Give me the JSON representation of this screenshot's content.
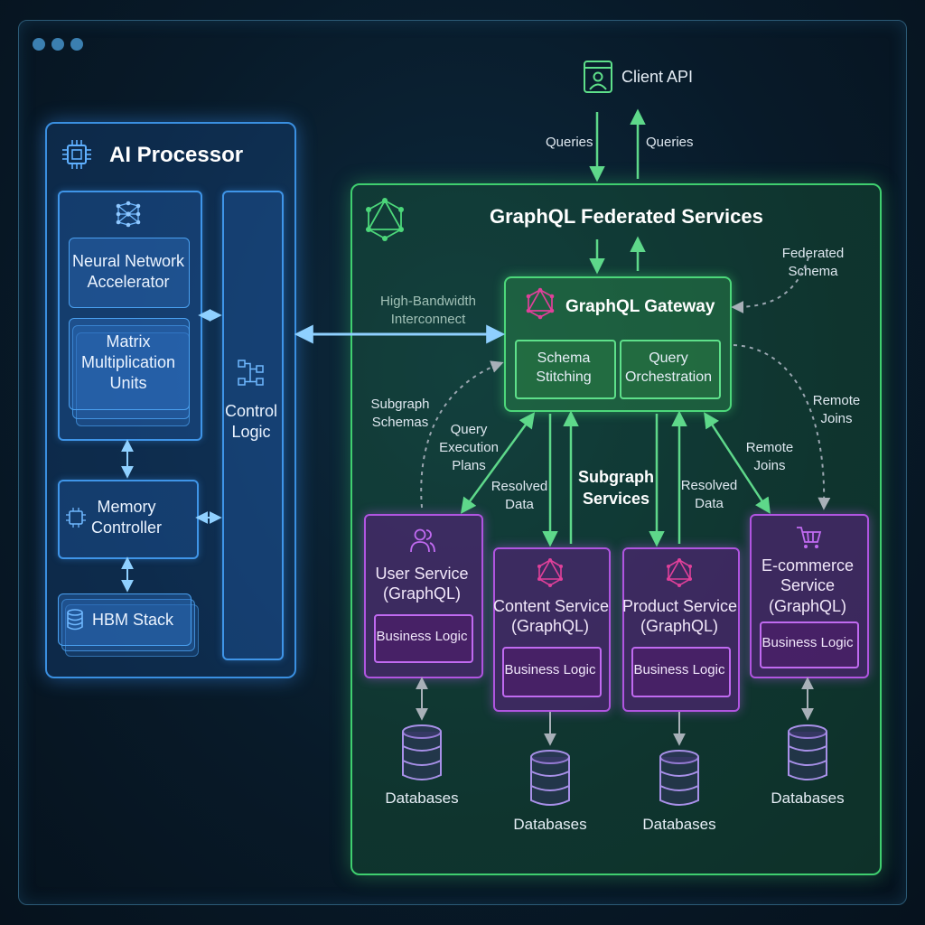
{
  "client_api": "Client API",
  "queries_down": "Queries",
  "queries_up": "Queries",
  "ai": {
    "title": "AI Processor",
    "neural": "Neural Network Accelerator",
    "matrix": "Matrix Multiplication Units",
    "memory": "Memory Controller",
    "hbm": "HBM Stack",
    "control": "Control Logic"
  },
  "interconnect": "High-Bandwidth Interconnect",
  "gql": {
    "title": "GraphQL Federated Services",
    "gateway": "GraphQL Gateway",
    "schema_stitching": "Schema Stitching",
    "query_orchestration": "Query Orchestration",
    "federated_schema": "Federated Schema",
    "subgraph_schemas": "Subgraph Schemas",
    "query_execution_plans": "Query Execution Plans",
    "resolved_data_left": "Resolved Data",
    "resolved_data_right": "Resolved Data",
    "subgraph_services": "Subgraph Services",
    "remote_joins_outer": "Remote Joins",
    "remote_joins_inner": "Remote Joins"
  },
  "services": [
    {
      "name": "User Service",
      "sub": "(GraphQL)",
      "logic": "Business Logic",
      "db": "Databases"
    },
    {
      "name": "Content Service",
      "sub": "(GraphQL)",
      "logic": "Business Logic",
      "db": "Databases"
    },
    {
      "name": "Product Service",
      "sub": "(GraphQL)",
      "logic": "Business Logic",
      "db": "Databases"
    },
    {
      "name": "E-commerce Service",
      "sub": "(GraphQL)",
      "logic": "Business Logic",
      "db": "Databases"
    }
  ],
  "colors": {
    "blue": "#3a8fe0",
    "green": "#3fcf6f",
    "purple": "#b055e0",
    "graphql_pink": "#e0409a"
  }
}
